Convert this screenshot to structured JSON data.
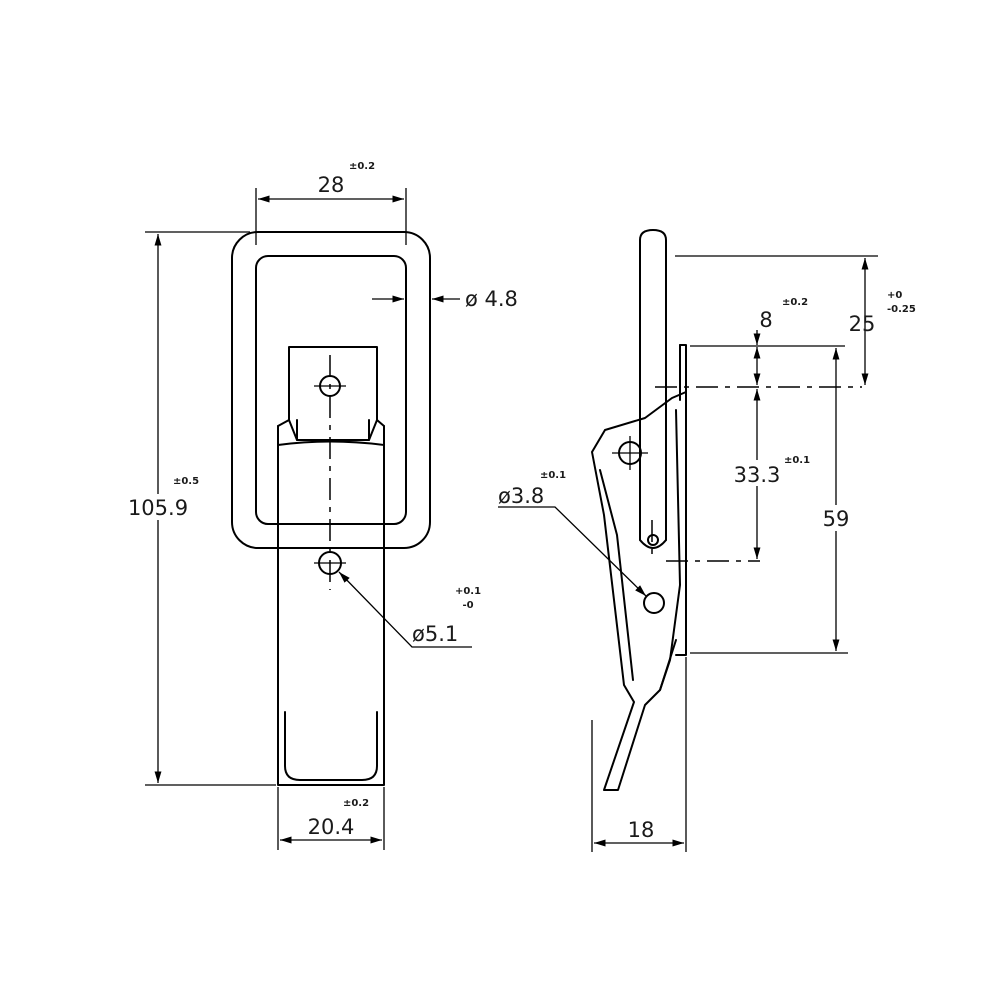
{
  "front_view": {
    "width_dim": "28",
    "width_tol": "±0.2",
    "wire_dia": "ø 4.8",
    "height_dim": "105.9",
    "height_tol": "±0.5",
    "hole_dia": "ø5.1",
    "hole_tol_plus": "+0.1",
    "hole_tol_minus": "-0",
    "base_width_dim": "20.4",
    "base_width_tol": "±0.2"
  },
  "side_view": {
    "top_dim": "25",
    "top_tol_plus": "+0",
    "top_tol_minus": "-0.25",
    "gap_dim": "8",
    "gap_tol": "±0.2",
    "pitch_dim": "33.3",
    "pitch_tol": "±0.1",
    "height_dim": "59",
    "pin_dia": "ø3.8",
    "pin_tol": "±0.1",
    "depth_dim": "18"
  }
}
